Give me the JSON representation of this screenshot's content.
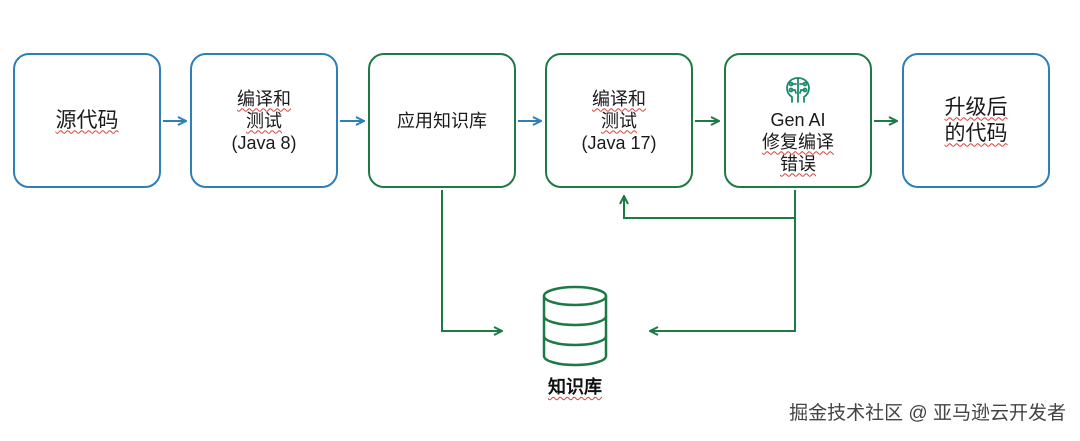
{
  "title": "",
  "colors": {
    "blue": "#2d7fb7",
    "green": "#1e7a45",
    "spellcheck": "#d9403a"
  },
  "nodes": {
    "source_code": {
      "lines": [
        "源代码"
      ]
    },
    "compile_java8": {
      "lines": [
        "编译和",
        "测试",
        "(Java 8)"
      ]
    },
    "app_knowledge": {
      "lines": [
        "应用知识库"
      ]
    },
    "compile_java17": {
      "lines": [
        "编译和",
        "测试",
        "(Java 17)"
      ]
    },
    "genai_fix": {
      "icon": "brain-circuit-icon",
      "lines": [
        "Gen AI",
        "修复编译",
        "错误"
      ]
    },
    "upgraded_code": {
      "lines": [
        "升级后",
        "的代码"
      ]
    }
  },
  "database": {
    "icon": "database-icon",
    "label": "知识库"
  },
  "watermark": "掘金技术社区 @ 亚马逊云开发者"
}
